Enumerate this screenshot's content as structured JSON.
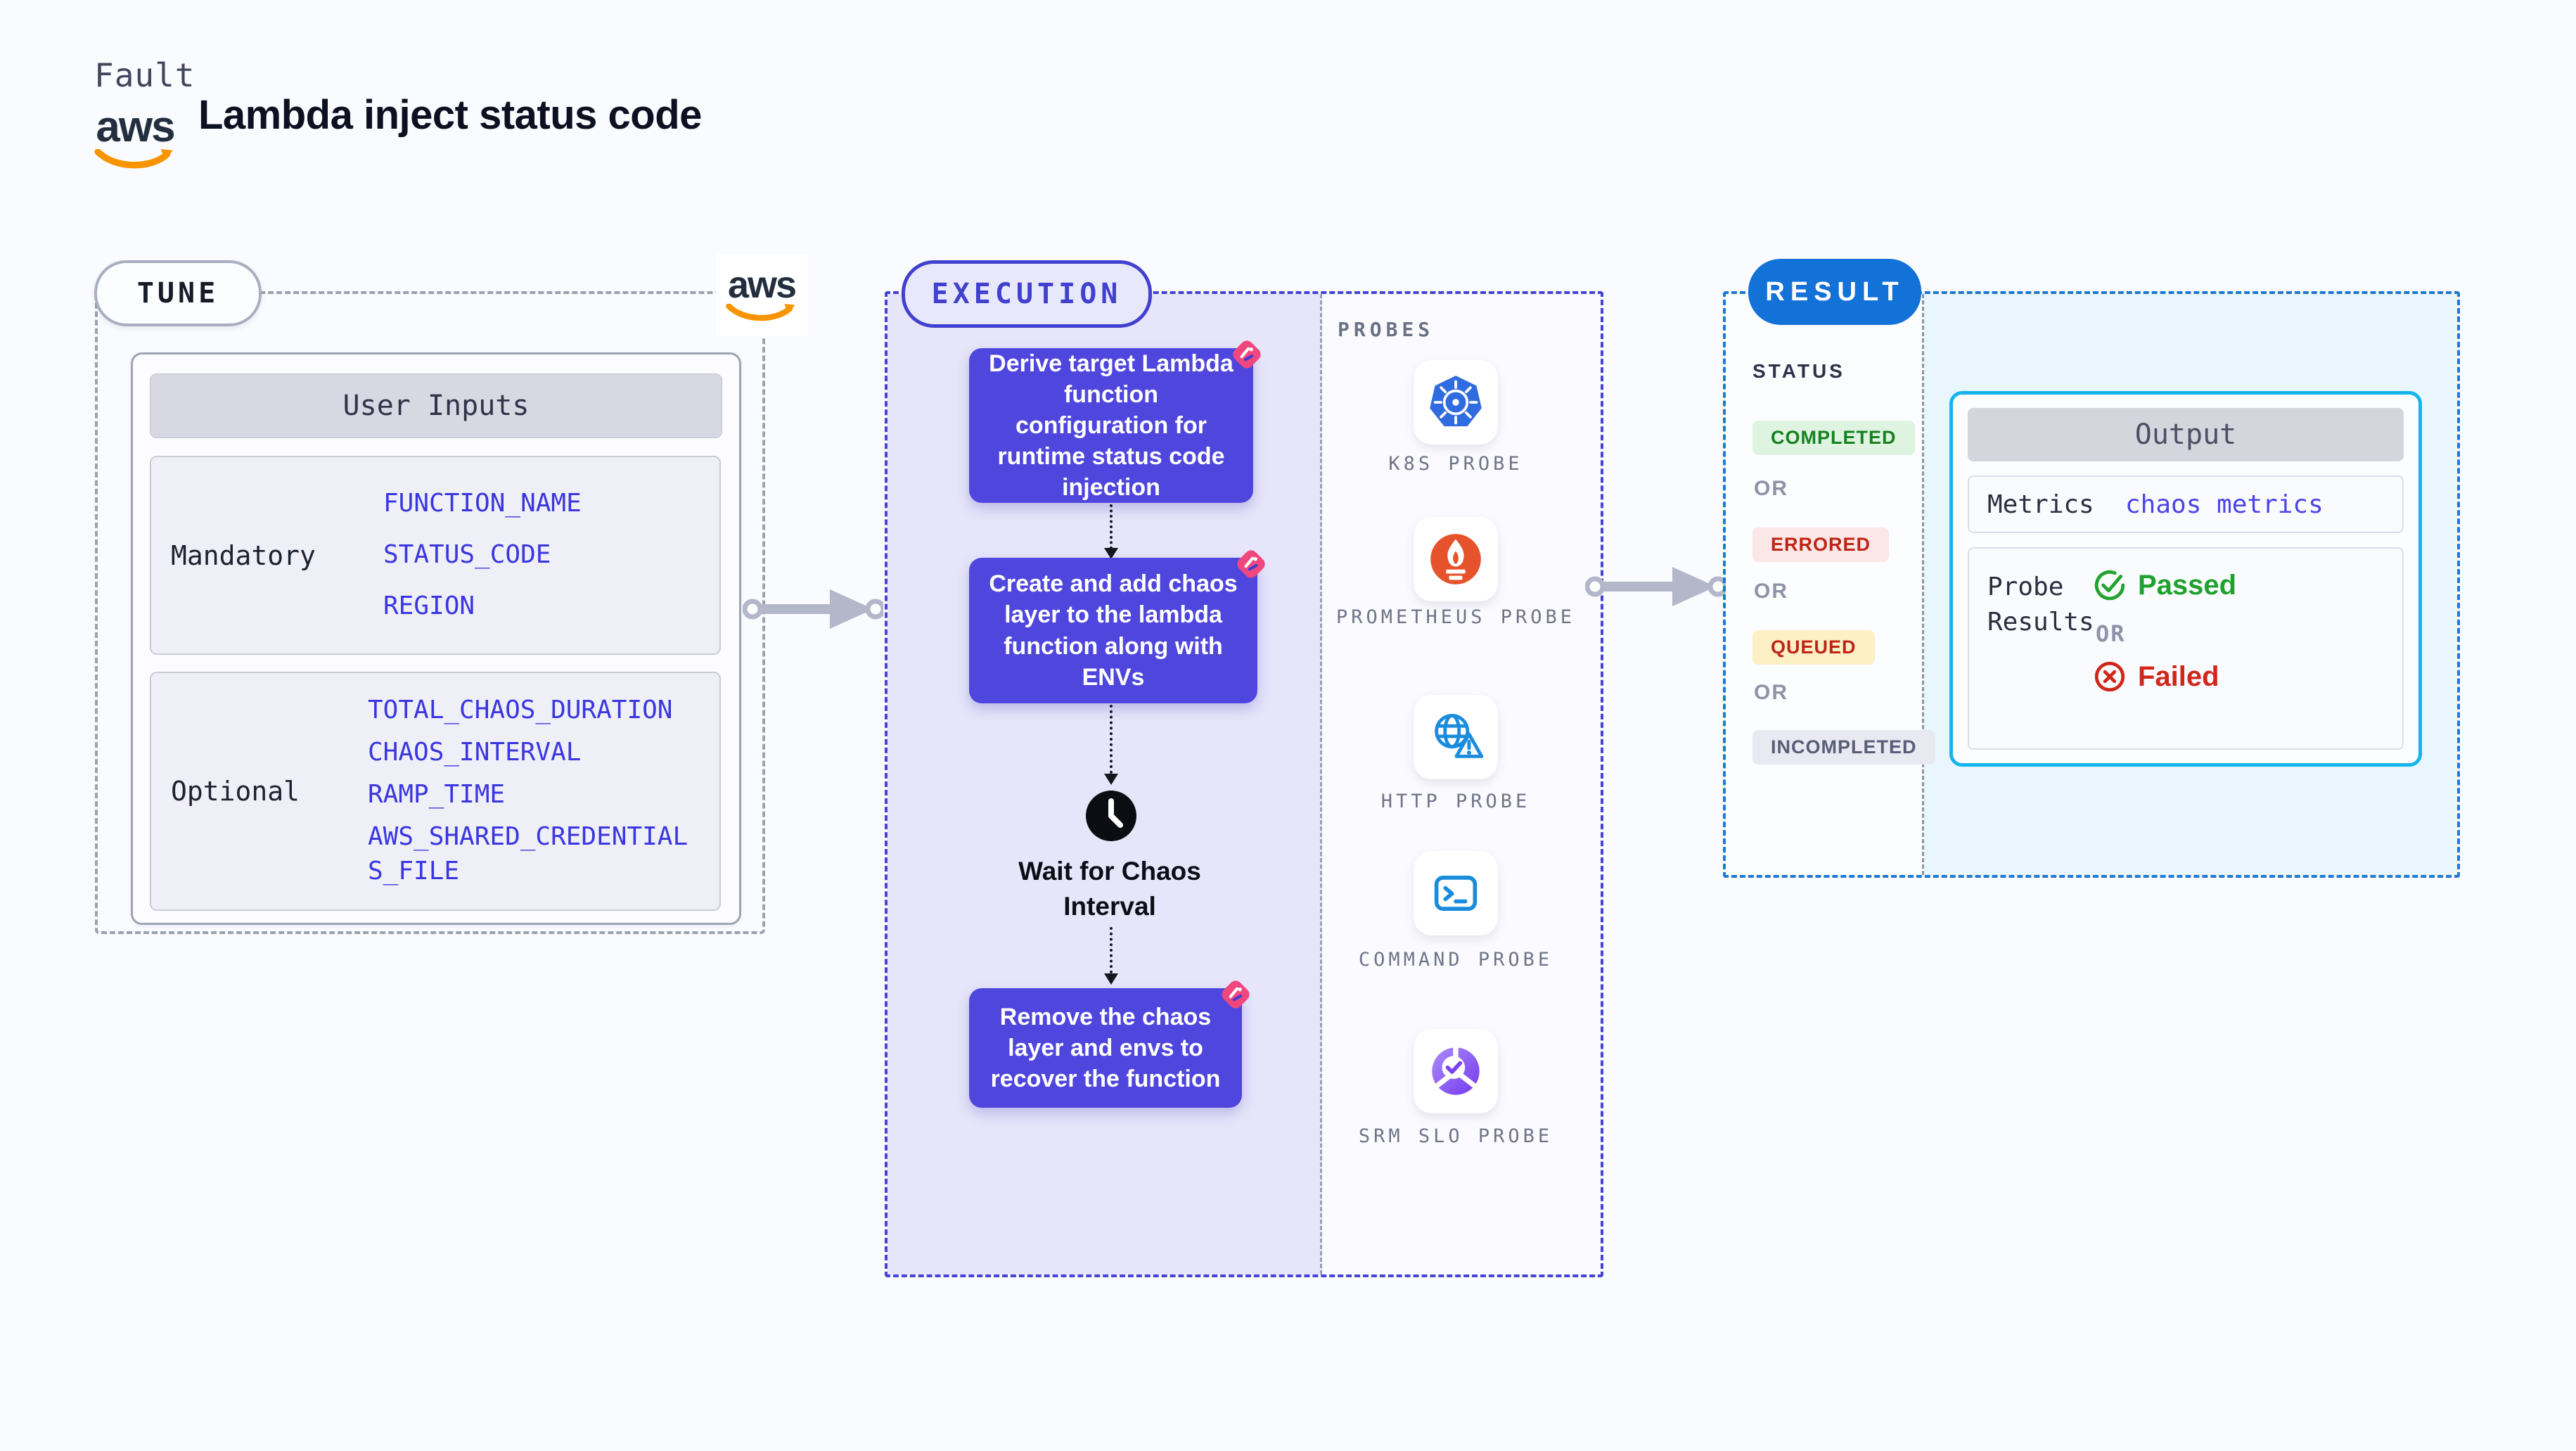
{
  "header": {
    "kicker": "Fault",
    "title": "Lambda inject status code",
    "aws_logo_text": "aws"
  },
  "tune": {
    "badge": "TUNE",
    "user_inputs": {
      "header": "User Inputs",
      "groups": [
        {
          "label": "Mandatory",
          "inputs": [
            "FUNCTION_NAME",
            "STATUS_CODE",
            "REGION"
          ]
        },
        {
          "label": "Optional",
          "inputs": [
            "TOTAL_CHAOS_DURATION",
            "CHAOS_INTERVAL",
            "RAMP_TIME",
            "AWS_SHARED_CREDENTIALS_FILE"
          ]
        }
      ]
    }
  },
  "execution": {
    "badge": "EXECUTION",
    "steps": [
      "Derive target Lambda function configuration for runtime status code injection",
      "Create and add chaos layer to the lambda function along with ENVs",
      "Wait for Chaos Interval",
      "Remove the chaos layer and envs to recover the function"
    ]
  },
  "probes": {
    "heading": "PROBES",
    "items": [
      {
        "label": "K8S PROBE",
        "icon": "kubernetes-icon"
      },
      {
        "label": "PROMETHEUS PROBE",
        "icon": "prometheus-icon"
      },
      {
        "label": "HTTP PROBE",
        "icon": "http-globe-warning-icon"
      },
      {
        "label": "COMMAND PROBE",
        "icon": "terminal-icon"
      },
      {
        "label": "SRM SLO PROBE",
        "icon": "slo-donut-check-icon"
      }
    ]
  },
  "result": {
    "badge": "RESULT",
    "status_heading": "STATUS",
    "or_separator": "OR",
    "statuses": [
      {
        "label": "COMPLETED",
        "text_color": "#15821f",
        "bg_color": "#def3e0"
      },
      {
        "label": "ERRORED",
        "text_color": "#c02417",
        "bg_color": "#fae7e6"
      },
      {
        "label": "QUEUED",
        "text_color": "#c02417",
        "bg_color": "#fdf0c5"
      },
      {
        "label": "INCOMPLETED",
        "text_color": "#595d77",
        "bg_color": "#e8e9f1"
      }
    ],
    "output": {
      "header": "Output",
      "metrics_label": "Metrics",
      "metrics_link": "chaos metrics",
      "probe_results_label": "Probe Results",
      "passed_label": "Passed",
      "failed_label": "Failed",
      "or_separator": "OR"
    }
  },
  "colors": {
    "page_background": "#fafbff",
    "accent_indigo": "#4f46dd",
    "execution_border": "#4444d4",
    "lavender_panel": "#e6e5fa",
    "tune_border_gray": "#9ba1ad",
    "result_border_blue": "#1d79d3",
    "result_pill_blue": "#1272d8",
    "cyan_panel": "#e9f6fd",
    "output_border_cyan": "#14b4ec",
    "input_value_blue": "#3a36e0",
    "link_blue": "#4b43e8",
    "success_green": "#1fa12e",
    "error_red": "#d1271b",
    "aws_orange": "#f79400",
    "fault_badge_pink": "#f0477e",
    "arrow_gray": "#b4b7c9"
  }
}
